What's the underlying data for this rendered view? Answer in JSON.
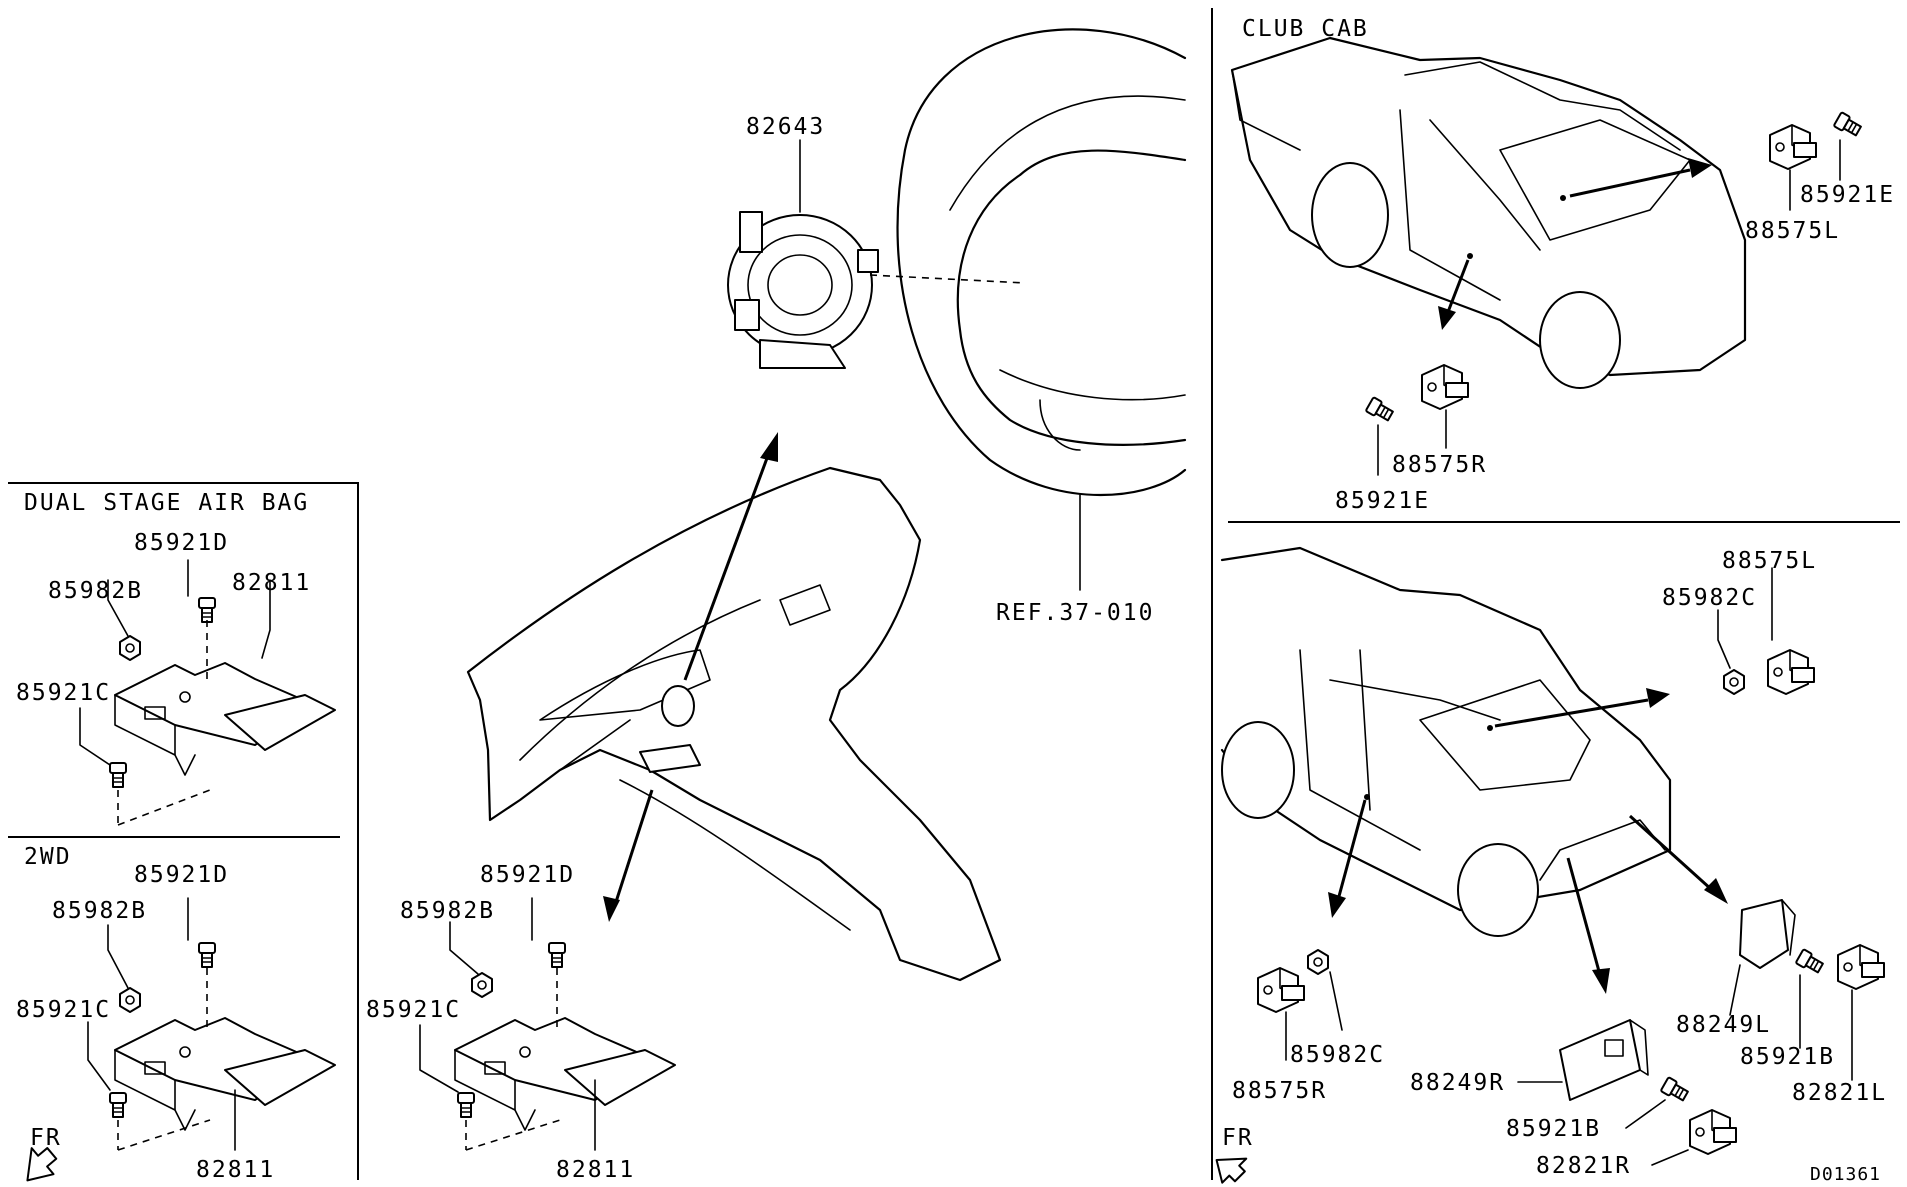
{
  "sections": {
    "dual_stage": "DUAL STAGE AIR BAG",
    "two_wd": "2WD",
    "club_cab": "CLUB CAB"
  },
  "direction": "FR",
  "reference": "REF.37-010",
  "drawing_id": "D01361",
  "parts": {
    "clock_spring": "82643",
    "sensor_unit": "82811",
    "bolt_d": "85921D",
    "nut_b": "85982B",
    "bolt_c": "85921C",
    "sensor_left": "88575L",
    "sensor_right": "88575R",
    "bolt_e": "85921E",
    "nut_c": "85982C",
    "bracket_left": "88249L",
    "bracket_right": "88249R",
    "bolt_b": "85921B",
    "front_sensor_left": "82821L",
    "front_sensor_right": "82821R"
  }
}
